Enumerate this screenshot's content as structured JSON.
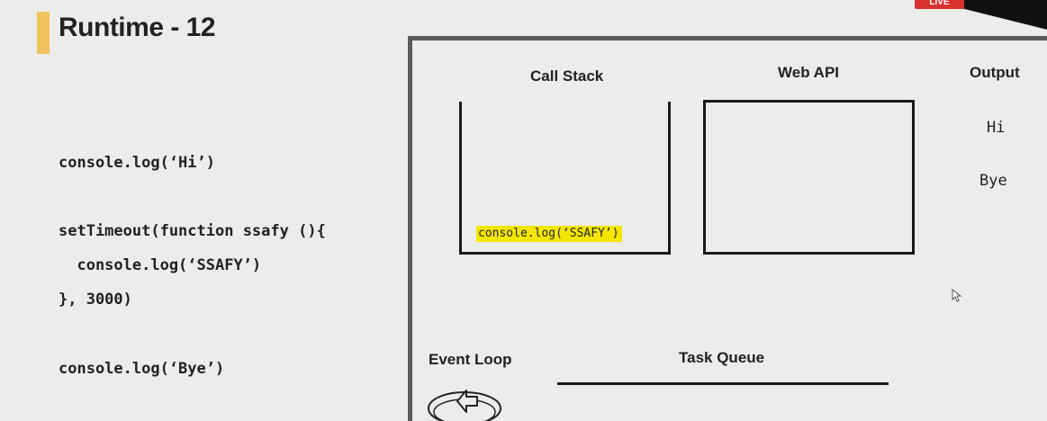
{
  "slide": {
    "title": "Runtime - 12",
    "live_badge": "LIVE"
  },
  "code": {
    "lines": [
      "console.log(‘Hi’)",
      "setTimeout(function ssafy (){",
      "  console.log(‘SSAFY’)",
      "}, 3000)",
      "console.log(‘Bye’)"
    ]
  },
  "diagram": {
    "call_stack_label": "Call Stack",
    "call_stack_items": [
      "console.log(‘SSAFY’)"
    ],
    "web_api_label": "Web API",
    "output_label": "Output",
    "output_lines": [
      "Hi",
      "Bye"
    ],
    "event_loop_label": "Event Loop",
    "task_queue_label": "Task Queue"
  },
  "colors": {
    "accent": "#f0c35f",
    "highlight": "#f3e600",
    "live_badge": "#d8312e",
    "background": "#ececea"
  },
  "icons": [
    "event-loop-icon",
    "mouse-cursor-icon"
  ]
}
